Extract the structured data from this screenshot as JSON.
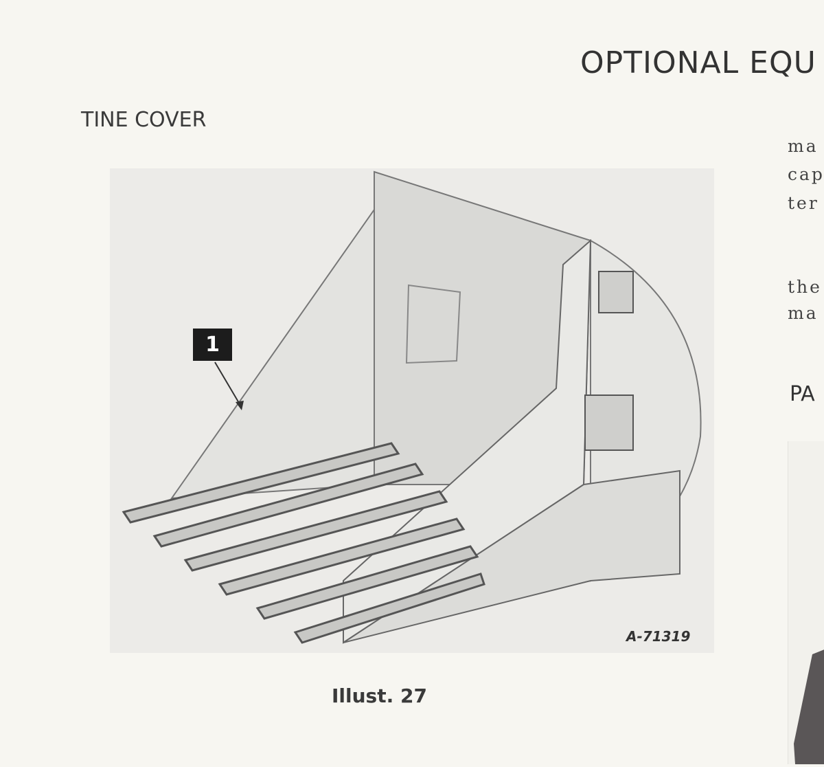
{
  "header": {
    "section_title": "OPTIONAL EQU"
  },
  "left_column": {
    "heading": "TINE COVER",
    "figure": {
      "callout": "1",
      "photo_code": "A-71319",
      "caption": "Illust. 27"
    }
  },
  "right_column": {
    "paragraph1": [
      "ma",
      "cap",
      "ter"
    ],
    "paragraph2": [
      "the",
      "ma"
    ],
    "heading": "PA"
  }
}
